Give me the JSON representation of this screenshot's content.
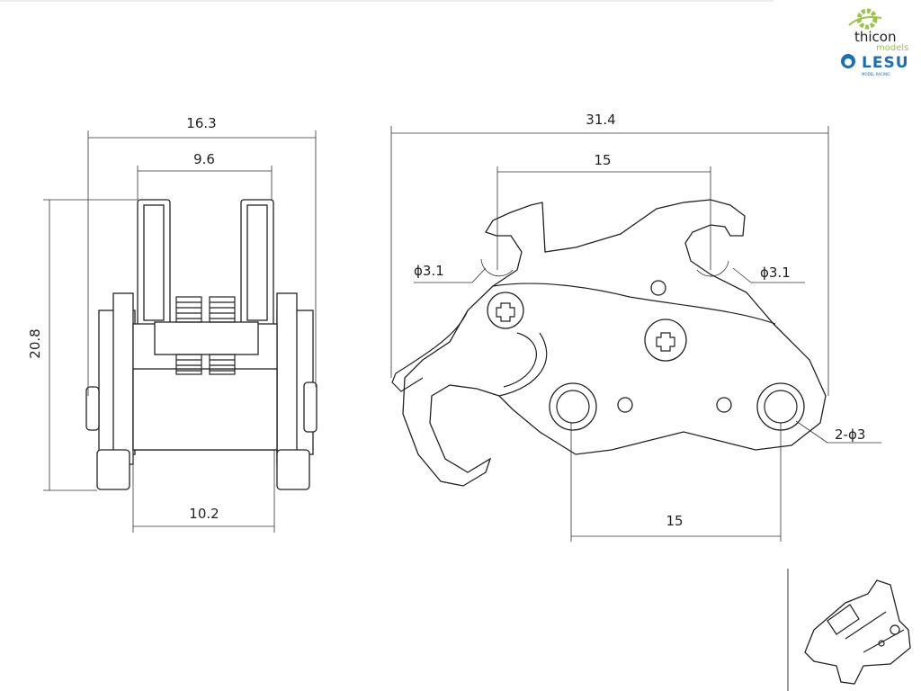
{
  "logo": {
    "brand1": "thicon",
    "brand1_sub": "models",
    "brand2": "LESU",
    "brand2_sub": "MODEL RACING"
  },
  "front_view": {
    "overall_width": "16.3",
    "inner_width": "9.6",
    "height": "20.8",
    "base_width": "10.2"
  },
  "side_view": {
    "overall_length": "31.4",
    "hook_spacing": "15",
    "hole_left": "ϕ3.1",
    "hole_right": "ϕ3.1",
    "mount_holes": "2-ϕ3",
    "mount_spacing": "15"
  },
  "colors": {
    "line": "#222222",
    "accent_green": "#9cc34a",
    "accent_blue": "#1a6fb5"
  }
}
